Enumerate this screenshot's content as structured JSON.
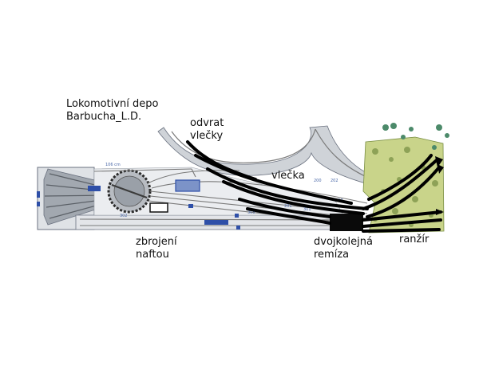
{
  "labels": {
    "title_line1": "Lokomotivní depo",
    "title_line2": "Barbucha_L.D.",
    "odvrat_line1": "odvrat",
    "odvrat_line2": "vlečky",
    "vlecka": "vlečka",
    "zbrojeni_line1": "zbrojení",
    "zbrojeni_line2": "naftou",
    "dvojkolejna_line1": "dvojkolejná",
    "dvojkolejna_line2": "remíza",
    "ranzir": "ranžír"
  },
  "plan_marks": {
    "dimension": "106 cm",
    "track_numbers": [
      "200",
      "201",
      "202",
      "203",
      "301",
      "302",
      "305"
    ]
  },
  "colors": {
    "track": "#7a7a7a",
    "baseboard": "#d8dbe0",
    "baseboard_edge": "#6b7280",
    "turntable_area": "#9aa0a8",
    "vegetation": "#c9d48a",
    "vegetation_dark": "#5f7a2e",
    "accent_blue": "#2e4fa8",
    "ink": "#000000",
    "depot": "#0a0a0a"
  }
}
